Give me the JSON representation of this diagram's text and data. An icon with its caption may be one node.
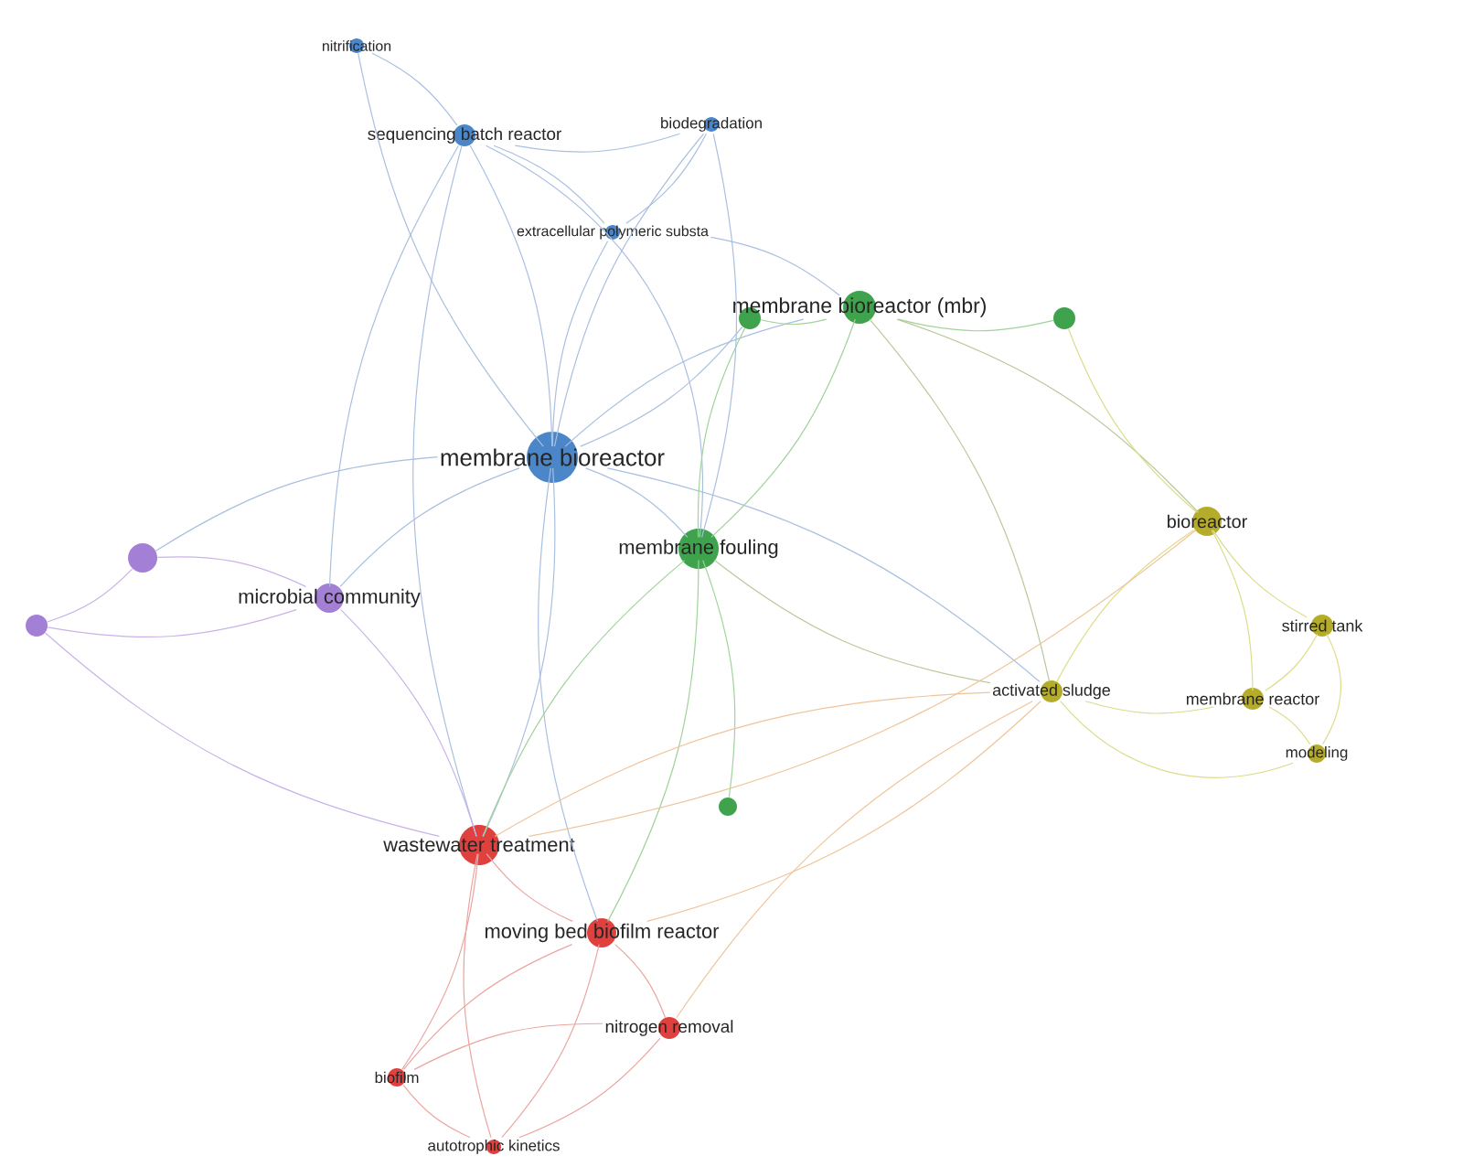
{
  "diagram": {
    "nodes": [
      {
        "text": [
          "nitrification"
        ]
      },
      {
        "text": [
          "sequencing batch reactor"
        ]
      },
      {
        "text": [
          "biodegradation"
        ]
      },
      {
        "text": [
          "extracellular polymeric substa"
        ]
      },
      {
        "text": [
          "membrane bioreactor"
        ]
      },
      {
        "text": [],
        "shape": "circle"
      },
      {
        "text": [
          "membrane bioreactor (mbr)"
        ]
      },
      {
        "text": [],
        "shape": "circle"
      },
      {
        "text": [
          "membrane fouling"
        ]
      },
      {
        "text": [
          "bioreactor"
        ]
      },
      {
        "text": [
          "stirred tank"
        ]
      },
      {
        "text": [
          "activated sludge"
        ]
      },
      {
        "text": [
          "membrane reactor"
        ]
      },
      {
        "text": [
          "modeling"
        ]
      },
      {
        "text": [],
        "shape": "circle"
      },
      {
        "text": [],
        "shape": "circle"
      },
      {
        "text": [],
        "shape": "circle"
      },
      {
        "text": [
          "microbial community"
        ]
      },
      {
        "text": [
          "wastewater treatment"
        ]
      },
      {
        "text": [
          "moving bed biofilm reactor"
        ]
      },
      {
        "text": [
          "nitrogen removal"
        ]
      },
      {
        "text": [
          "biofilm"
        ]
      },
      {
        "text": [
          "autotrophic kinetics"
        ]
      }
    ],
    "edges": [
      {
        "from": 0,
        "to": 1,
        "arrow": "none"
      },
      {
        "from": 0,
        "to": 4,
        "arrow": "none"
      },
      {
        "from": 1,
        "to": 4,
        "arrow": "none"
      },
      {
        "from": 1,
        "to": 2,
        "arrow": "none"
      },
      {
        "from": 1,
        "to": 3,
        "arrow": "none"
      },
      {
        "from": 1,
        "to": 17,
        "arrow": "none"
      },
      {
        "from": 1,
        "to": 18,
        "arrow": "none"
      },
      {
        "from": 1,
        "to": 8,
        "arrow": "none"
      },
      {
        "from": 2,
        "to": 3,
        "arrow": "none"
      },
      {
        "from": 2,
        "to": 4,
        "arrow": "none"
      },
      {
        "from": 2,
        "to": 8,
        "arrow": "none"
      },
      {
        "from": 3,
        "to": 4,
        "arrow": "none"
      },
      {
        "from": 3,
        "to": 6,
        "arrow": "none"
      },
      {
        "from": 4,
        "to": 17,
        "arrow": "none"
      },
      {
        "from": 4,
        "to": 18,
        "arrow": "none"
      },
      {
        "from": 4,
        "to": 14,
        "arrow": "none"
      },
      {
        "from": 4,
        "to": 8,
        "arrow": "none"
      },
      {
        "from": 4,
        "to": 5,
        "arrow": "none"
      },
      {
        "from": 4,
        "to": 6,
        "arrow": "none"
      },
      {
        "from": 4,
        "to": 19,
        "arrow": "none"
      },
      {
        "from": 4,
        "to": 11,
        "arrow": "none"
      },
      {
        "from": 5,
        "to": 8,
        "arrow": "none",
        "color": "#9fd39a"
      },
      {
        "from": 6,
        "to": 8,
        "arrow": "none",
        "color": "#9fd39a"
      },
      {
        "from": 6,
        "to": 7,
        "arrow": "none",
        "color": "#9fd39a"
      },
      {
        "from": 6,
        "to": 9,
        "arrow": "none",
        "color": "#b9c99a"
      },
      {
        "from": 5,
        "to": 6,
        "arrow": "none",
        "color": "#9fd39a"
      },
      {
        "from": 8,
        "to": 16,
        "arrow": "none",
        "color": "#9fd39a"
      },
      {
        "from": 8,
        "to": 18,
        "arrow": "none",
        "color": "#9fd39a"
      },
      {
        "from": 8,
        "to": 19,
        "arrow": "none",
        "color": "#9fd39a"
      },
      {
        "from": 8,
        "to": 11,
        "arrow": "none",
        "color": "#b9c99a"
      },
      {
        "from": 6,
        "to": 11,
        "arrow": "none",
        "color": "#b9c99a"
      },
      {
        "from": 9,
        "to": 10,
        "arrow": "none",
        "color": "#dcdc8a"
      },
      {
        "from": 9,
        "to": 12,
        "arrow": "none",
        "color": "#dcdc8a"
      },
      {
        "from": 9,
        "to": 11,
        "arrow": "none",
        "color": "#dcdc8a"
      },
      {
        "from": 10,
        "to": 12,
        "arrow": "none",
        "color": "#dcdc8a"
      },
      {
        "from": 10,
        "to": 13,
        "arrow": "none",
        "color": "#dcdc8a"
      },
      {
        "from": 12,
        "to": 13,
        "arrow": "none",
        "color": "#dcdc8a"
      },
      {
        "from": 11,
        "to": 12,
        "arrow": "none",
        "color": "#dcdc8a"
      },
      {
        "from": 11,
        "to": 13,
        "arrow": "none",
        "color": "#dcdc8a"
      },
      {
        "from": 7,
        "to": 9,
        "arrow": "none",
        "color": "#dcdc8a"
      },
      {
        "from": 14,
        "to": 17,
        "arrow": "none",
        "color": "#c9b2e8"
      },
      {
        "from": 15,
        "to": 17,
        "arrow": "none",
        "color": "#c9b2e8"
      },
      {
        "from": 14,
        "to": 15,
        "arrow": "none",
        "color": "#c9b2e8"
      },
      {
        "from": 15,
        "to": 18,
        "arrow": "none",
        "color": "#c9b2e8"
      },
      {
        "from": 17,
        "to": 18,
        "arrow": "none",
        "color": "#c9b2e8"
      },
      {
        "from": 18,
        "to": 19,
        "arrow": "none",
        "color": "#eba5a0"
      },
      {
        "from": 18,
        "to": 21,
        "arrow": "none",
        "color": "#eba5a0"
      },
      {
        "from": 18,
        "to": 22,
        "arrow": "none",
        "color": "#eba5a0"
      },
      {
        "from": 19,
        "to": 20,
        "arrow": "none",
        "color": "#eba5a0"
      },
      {
        "from": 19,
        "to": 21,
        "arrow": "none",
        "color": "#eba5a0"
      },
      {
        "from": 19,
        "to": 22,
        "arrow": "none",
        "color": "#eba5a0"
      },
      {
        "from": 20,
        "to": 21,
        "arrow": "none",
        "color": "#eba5a0"
      },
      {
        "from": 20,
        "to": 22,
        "arrow": "none",
        "color": "#eba5a0"
      },
      {
        "from": 21,
        "to": 22,
        "arrow": "none",
        "color": "#eba5a0"
      },
      {
        "from": 18,
        "to": 11,
        "arrow": "none",
        "color": "#f0c49a"
      },
      {
        "from": 19,
        "to": 11,
        "arrow": "none",
        "color": "#f0c49a"
      },
      {
        "from": 20,
        "to": 11,
        "arrow": "none",
        "color": "#f0c49a"
      },
      {
        "from": 18,
        "to": 9,
        "arrow": "none",
        "color": "#f0c49a"
      }
    ]
  }
}
